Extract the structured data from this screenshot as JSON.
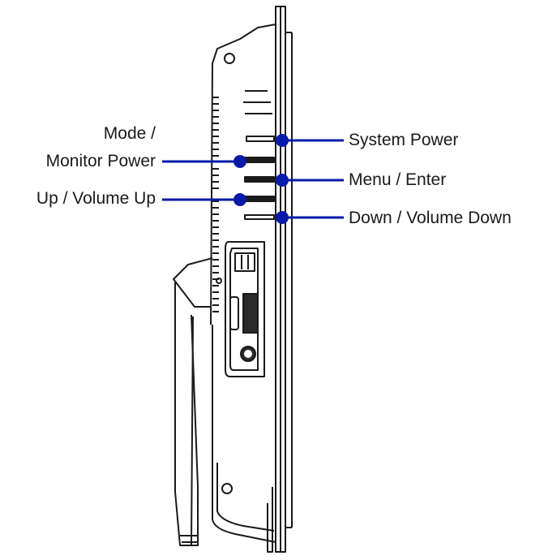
{
  "labels": {
    "mode_line1": "Mode /",
    "mode_line2": "Monitor Power",
    "up_volume": "Up / Volume Up",
    "system_power": "System Power",
    "menu_enter": "Menu / Enter",
    "down_volume": "Down / Volume Down"
  },
  "colors": {
    "callout": "#0a1aa8",
    "outline": "#1a1a1a",
    "background": "#ffffff"
  }
}
